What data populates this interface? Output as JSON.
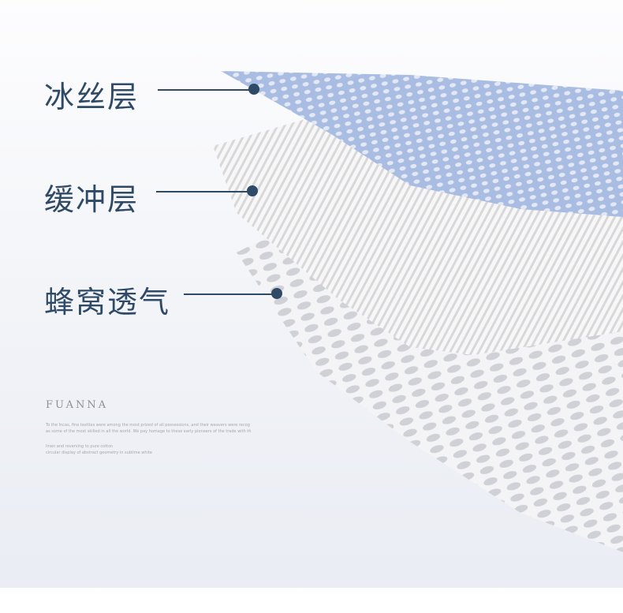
{
  "labels": {
    "ice_silk": "冰丝层",
    "buffer": "缓冲层",
    "honeycomb": "蜂窝透气"
  },
  "brand": {
    "name": "FUANNA",
    "text_lines": [
      "To the Incas, fine textiles were among the most prized of all possessions, and their weavers were recog",
      "as some of the most skilled in all the world. We pay homage to these early pioneers of the trade with th",
      "linen and reversing to pure cotton",
      "circular display of abstract geometry in sublime white"
    ]
  },
  "colors": {
    "label": "#2f4a66",
    "ice_layer": "#9fb4dc",
    "buffer_layer": "#ececec",
    "honeycomb_layer": "#dcdde0"
  }
}
